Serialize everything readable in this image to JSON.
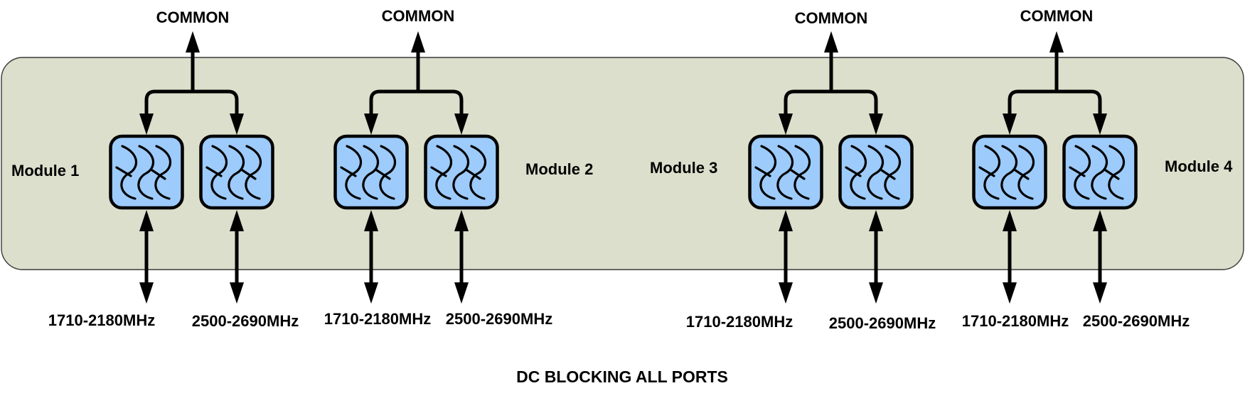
{
  "diagram": {
    "title": "Dual-band combiner modules",
    "footer_note": "DC BLOCKING ALL PORTS",
    "colors": {
      "panel_fill": "#dcdfcb",
      "filter_fill": "#9dcbfb",
      "line": "#000000"
    },
    "filter_icon": "bandpass-filter-icon",
    "modules": [
      {
        "label": "Module 1",
        "common_label": "COMMON",
        "ports": [
          {
            "label": "1710-2180MHz"
          },
          {
            "label": "2500-2690MHz"
          }
        ]
      },
      {
        "label": "Module 2",
        "common_label": "COMMON",
        "ports": [
          {
            "label": "1710-2180MHz"
          },
          {
            "label": "2500-2690MHz"
          }
        ]
      },
      {
        "label": "Module 3",
        "common_label": "COMMON",
        "ports": [
          {
            "label": "1710-2180MHz"
          },
          {
            "label": "2500-2690MHz"
          }
        ]
      },
      {
        "label": "Module 4",
        "common_label": "COMMON",
        "ports": [
          {
            "label": "1710-2180MHz"
          },
          {
            "label": "2500-2690MHz"
          }
        ]
      }
    ]
  }
}
